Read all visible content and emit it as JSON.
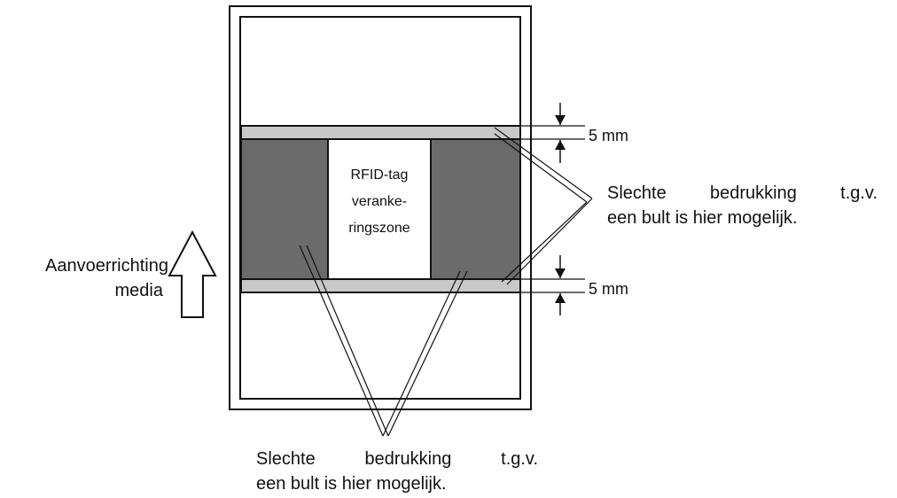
{
  "tag_zone": {
    "line1": "RFID-tag",
    "line2": "veranke-",
    "line3": "ringszone"
  },
  "dimension_top": "5 mm",
  "dimension_bottom": "5 mm",
  "callout_right": {
    "line1": "Slechte bedrukking t.g.v.",
    "line2": "een bult is hier mogelijk."
  },
  "callout_bottom": {
    "line1": "Slechte bedrukking t.g.v.",
    "line2": "een bult is hier mogelijk."
  },
  "feed_direction": {
    "line1": "Aanvoerrichting",
    "line2": "media"
  },
  "colors": {
    "stroke": "#111111",
    "light_gray": "#c8c8c8",
    "dark_gray": "#6b6b6b",
    "background": "#ffffff"
  }
}
